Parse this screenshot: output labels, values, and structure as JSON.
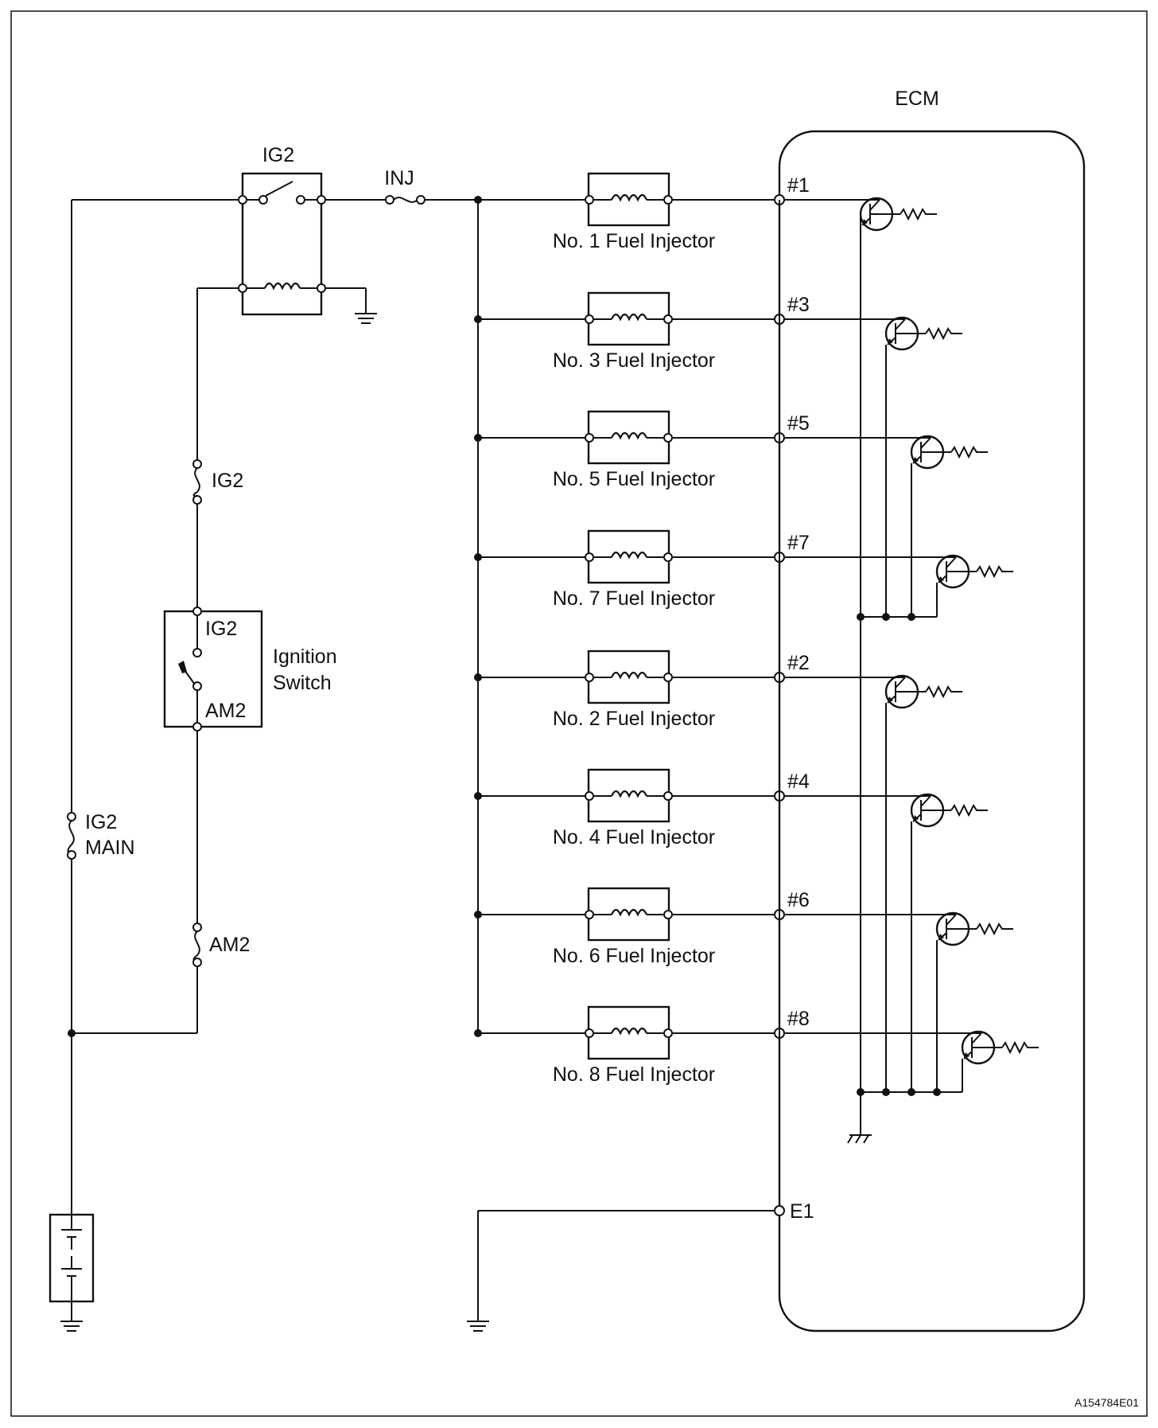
{
  "components": {
    "ecm_label": "ECM",
    "relay_label": "IG2",
    "inj_fuse": "INJ",
    "ig2_fuse": "IG2",
    "ignition_switch": {
      "terminal_top": "IG2",
      "terminal_bottom": "AM2",
      "name_line1": "Ignition",
      "name_line2": "Switch"
    },
    "ig2_main_fuse": {
      "line1": "IG2",
      "line2": "MAIN"
    },
    "am2_fuse": "AM2",
    "e1_terminal": "E1",
    "figure_id": "A154784E01"
  },
  "injectors": [
    {
      "label": "No. 1 Fuel Injector",
      "ecm_terminal": "#1"
    },
    {
      "label": "No. 3 Fuel Injector",
      "ecm_terminal": "#3"
    },
    {
      "label": "No. 5 Fuel Injector",
      "ecm_terminal": "#5"
    },
    {
      "label": "No. 7 Fuel Injector",
      "ecm_terminal": "#7"
    },
    {
      "label": "No. 2 Fuel Injector",
      "ecm_terminal": "#2"
    },
    {
      "label": "No. 4 Fuel Injector",
      "ecm_terminal": "#4"
    },
    {
      "label": "No. 6 Fuel Injector",
      "ecm_terminal": "#6"
    },
    {
      "label": "No. 8 Fuel Injector",
      "ecm_terminal": "#8"
    }
  ]
}
